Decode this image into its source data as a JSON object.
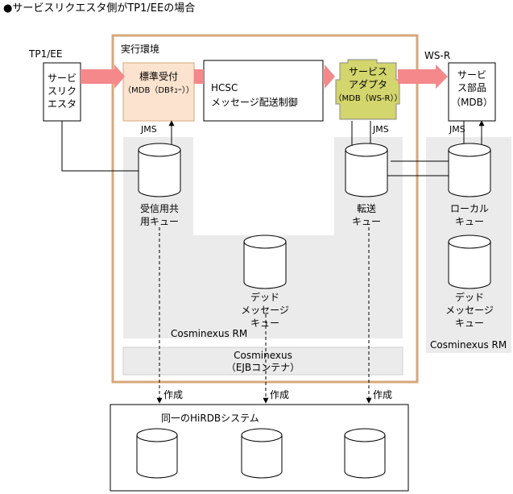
{
  "title": "●サービスリクエスタ側がTP1/EEの場合",
  "tp1": {
    "label": "TP1/EE",
    "box_lines": [
      "サービ",
      "スリク",
      "エスタ"
    ]
  },
  "exec_env": {
    "label": "実行環境"
  },
  "standard_reception": {
    "line1": "標準受付",
    "line2": "（MDB（DBｷｭｰ））"
  },
  "hcsc": {
    "line1": "HCSC",
    "line2": "メッセージ配送制御"
  },
  "adapter": {
    "line1": "サービス",
    "line2": "アダプタ",
    "line3": "（MDB（WS-R））"
  },
  "wsr": {
    "label": "WS-R",
    "box_lines": [
      "サービ",
      "ス部品",
      "（MDB）"
    ]
  },
  "jms_label": "JMS",
  "queues": {
    "shared": [
      "受信用共",
      "用キュー"
    ],
    "transfer": [
      "転送",
      "キュー"
    ],
    "local": [
      "ローカル",
      "キュー"
    ],
    "dead_center": [
      "デッド",
      "メッセージ",
      "キュー"
    ],
    "dead_right": [
      "デッド",
      "メッセージ",
      "キュー"
    ]
  },
  "cosminexus_rm": "Cosminexus RM",
  "cosminexus": {
    "line1": "Cosminexus",
    "line2": "（EJBコンテナ）"
  },
  "create_label": "作成",
  "hirdb": {
    "label": "同一のHiRDBシステム"
  },
  "colors": {
    "arrow_pink": "#f4888a",
    "exec_border": "#d7a77a",
    "std_fill": "#fbe3cf",
    "adapter_fill": "#d3d56d",
    "gray_area": "#ebebeb"
  }
}
